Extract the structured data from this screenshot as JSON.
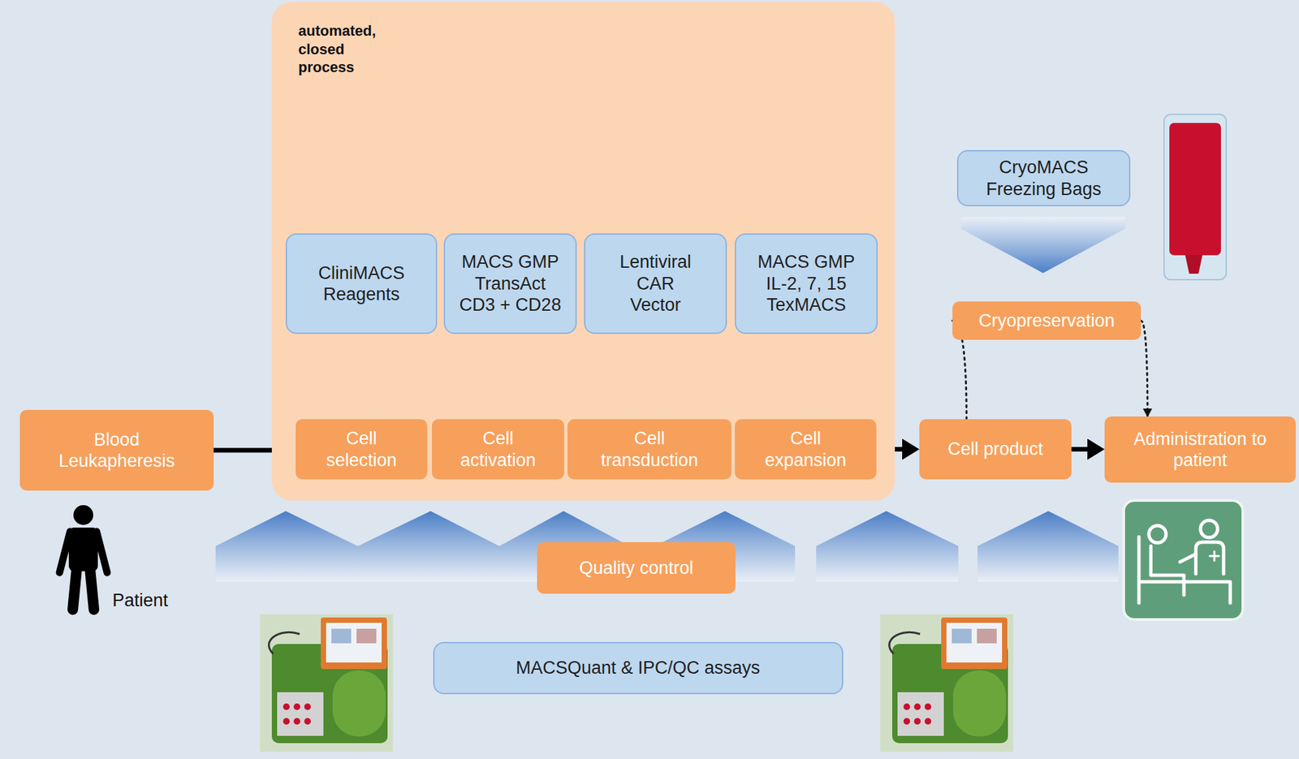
{
  "diagram": {
    "nodes": [
      {
        "text": [
          "Blood Leukapheresis"
        ]
      },
      {
        "text": [
          "automated, closed process"
        ]
      },
      {
        "text": [
          "CliniMACS Reagents"
        ],
        "in": 1
      },
      {
        "text": [
          "MACS GMP TransAct CD3 + CD28"
        ],
        "in": 1
      },
      {
        "text": [
          "Lentiviral CAR Vector"
        ],
        "in": 1
      },
      {
        "text": [
          "MACS GMP IL-2, 7, 15 TexMACS"
        ],
        "in": 1
      },
      {
        "text": [
          "Cell selection"
        ],
        "in": 1
      },
      {
        "text": [
          "Cell activation"
        ],
        "in": 1
      },
      {
        "text": [
          "Cell transduction"
        ],
        "in": 1
      },
      {
        "text": [
          "Cell expansion"
        ],
        "in": 1
      },
      {
        "text": [
          "CryoMACS Freezing Bags"
        ]
      },
      {
        "text": [
          "Cryopreservation"
        ]
      },
      {
        "text": [
          "Cell product"
        ]
      },
      {
        "text": [
          "Administration to patient"
        ]
      },
      {
        "text": [
          "Quality control"
        ]
      },
      {
        "text": [
          "MACSQuant & IPC/QC assays"
        ]
      }
    ],
    "edges": [
      {
        "from": 0,
        "to": 6,
        "arrow": "to"
      },
      {
        "from": 9,
        "to": 12,
        "arrow": "to"
      },
      {
        "from": 12,
        "to": 13,
        "arrow": "to"
      },
      {
        "from": 12,
        "to": 11,
        "arrow": "none"
      },
      {
        "from": 11,
        "to": 13,
        "arrow": "to"
      }
    ],
    "labels": [
      "Patient"
    ]
  }
}
